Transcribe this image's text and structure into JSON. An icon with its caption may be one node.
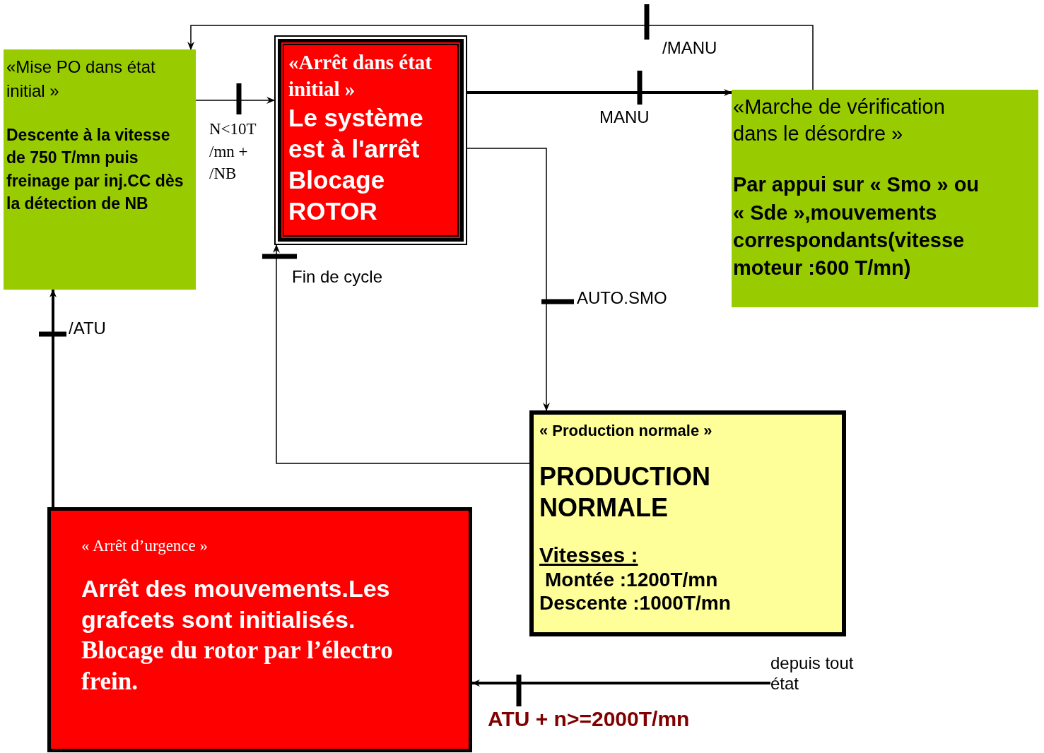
{
  "diagram": {
    "nodes": [
      {
        "text": [
          "«Mise PO dans état initial »",
          "Descente à la vitesse de 750 T/mn puis freinage par inj.CC dès la détection de NB"
        ]
      },
      {
        "text": [
          "«Arrêt dans état initial »",
          "Le système est à l'arrêt",
          "Blocage ROTOR"
        ]
      },
      {
        "text": [
          "«Marche de vérification dans le désordre »",
          "Par appui sur « Smo » ou « Sde »,mouvements correspondants(vitesse moteur :600 T/mn)"
        ]
      },
      {
        "text": [
          "« Production normale »",
          "PRODUCTION NORMALE",
          "Vitesses :",
          "Montée :1200T/mn",
          "Descente :1000T/mn"
        ]
      },
      {
        "text": [
          "« Arrêt d’urgence »",
          "Arrêt des mouvements.Les grafcets sont initialisés.",
          "Blocage du rotor par l’électro frein."
        ]
      },
      {
        "text": [
          "depuis tout état"
        ]
      }
    ],
    "edges": [
      {
        "from": 0,
        "to": 1,
        "arrow": "to",
        "label": "N<10T /mn + /NB"
      },
      {
        "from": 1,
        "to": 2,
        "arrow": "to",
        "label": "MANU",
        "style": "thick"
      },
      {
        "from": 2,
        "to": 0,
        "arrow": "to",
        "label": "/MANU"
      },
      {
        "from": 1,
        "to": 3,
        "arrow": "to",
        "label": "AUTO.SMO"
      },
      {
        "from": 3,
        "to": 1,
        "arrow": "to",
        "label": "Fin de cycle"
      },
      {
        "from": 4,
        "to": 0,
        "arrow": "to",
        "label": "/ATU",
        "style": "thick"
      },
      {
        "from": 5,
        "to": 4,
        "arrow": "to",
        "label": "ATU + n>=2000T/mn",
        "style": "thick"
      }
    ]
  }
}
